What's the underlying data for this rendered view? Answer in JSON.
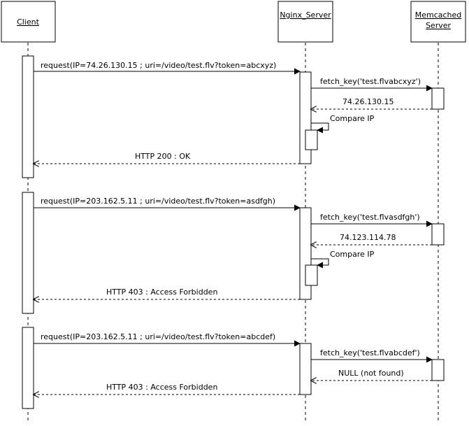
{
  "actors": {
    "client": "Client",
    "nginx": "Nginx_Server",
    "memcached_line1": "Memcached",
    "memcached_line2": "Server"
  },
  "scenarios": [
    {
      "request": "request(IP=74.26.130.15 ; uri=/video/test.flv?token=abcxyz)",
      "fetch": "fetch_key('test.flvabcxyz')",
      "fetch_result": "74.26.130.15",
      "compare": "Compare IP",
      "response": "HTTP 200 : OK"
    },
    {
      "request": "request(IP=203.162.5.11 ; uri=/video/test.flv?token=asdfgh)",
      "fetch": "fetch_key('test.flvasdfgh')",
      "fetch_result": "74.123.114.78",
      "compare": "Compare IP",
      "response": "HTTP 403 : Access Forbidden"
    },
    {
      "request": "request(IP=203.162.5.11 ; uri=/video/test.flv?token=abcdef)",
      "fetch": "fetch_key('test.flvabcdef')",
      "fetch_result": "NULL (not found)",
      "compare": "",
      "response": "HTTP 403 : Access Forbidden"
    }
  ]
}
